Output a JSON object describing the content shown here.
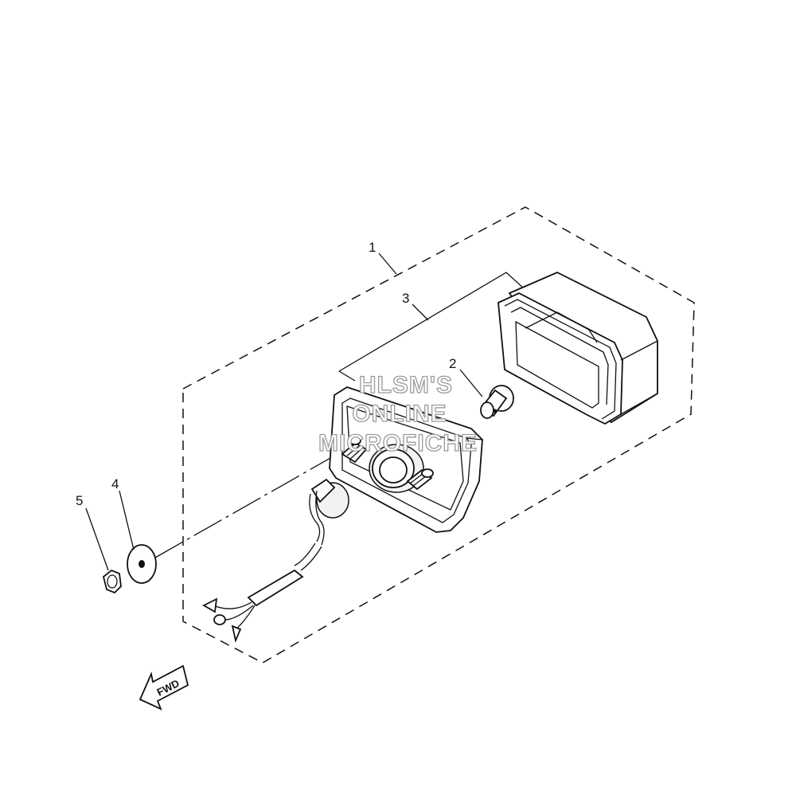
{
  "diagram": {
    "callouts": [
      {
        "id": "1",
        "label": "1"
      },
      {
        "id": "2",
        "label": "2"
      },
      {
        "id": "3",
        "label": "3"
      },
      {
        "id": "4",
        "label": "4"
      },
      {
        "id": "5",
        "label": "5"
      }
    ],
    "watermark": {
      "line1": "HLSM'S",
      "line2": "ONLINE",
      "line3": "MICROFICHE"
    },
    "direction_arrow": {
      "label": "FWD"
    }
  }
}
